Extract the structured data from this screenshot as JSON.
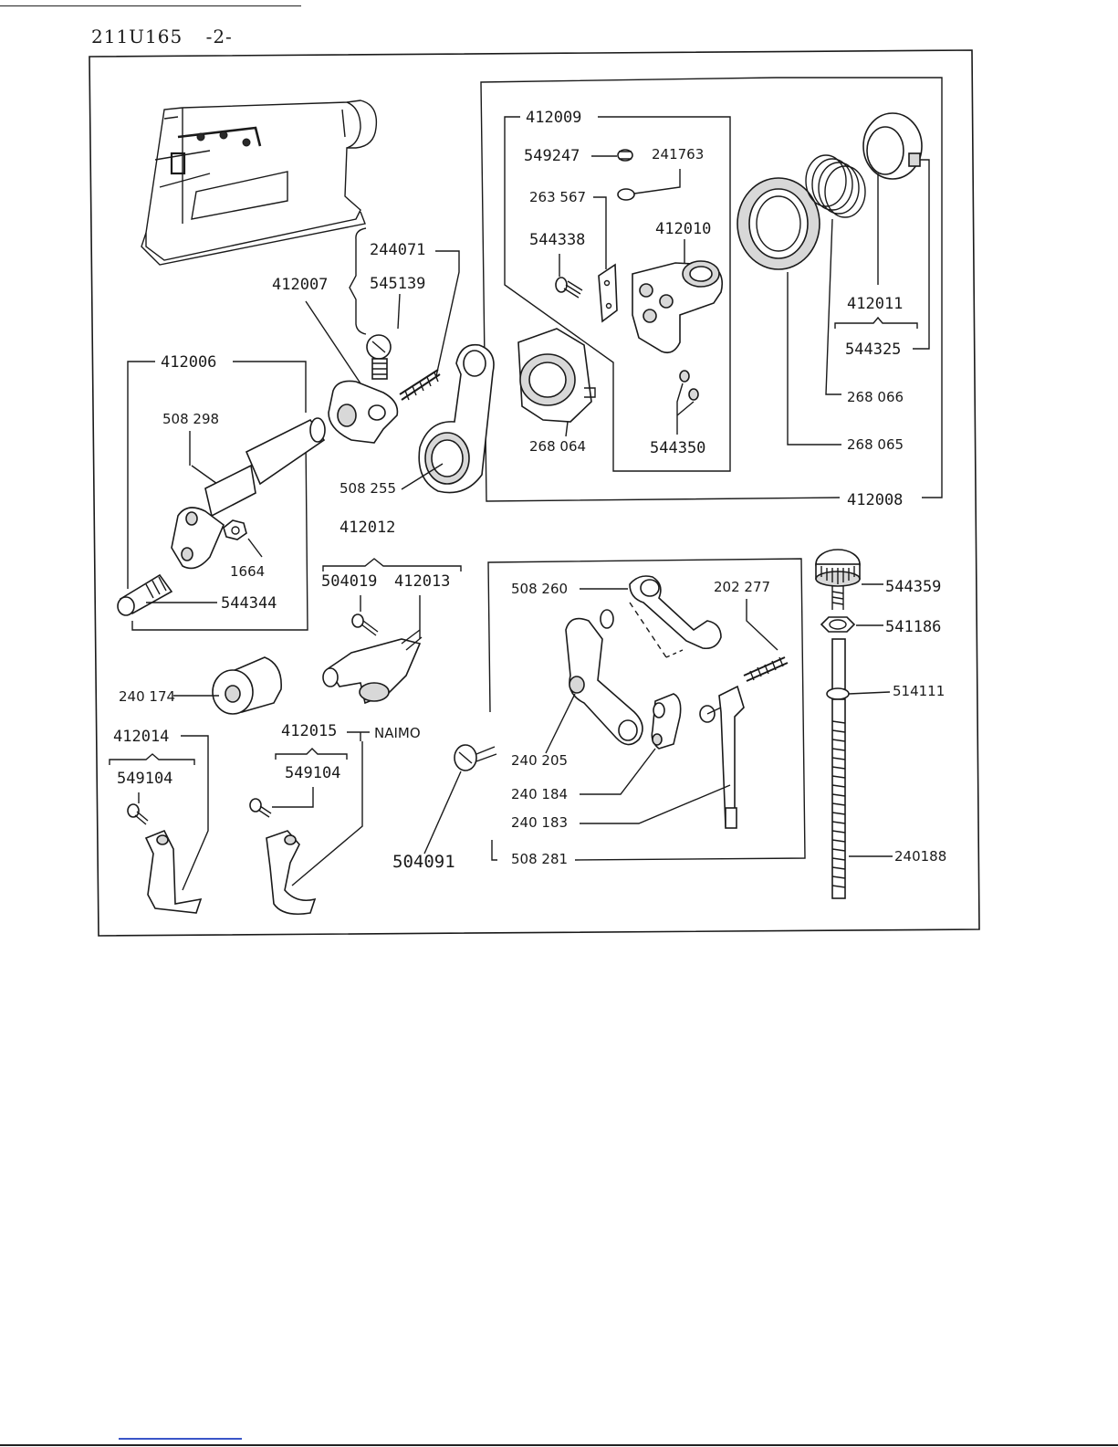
{
  "header": {
    "doc_code": "211U165",
    "page": "-2-"
  },
  "labels": {
    "p412009": "412009",
    "p549247": "549247",
    "p241763": "241763",
    "p263567": "263 567",
    "p544338": "544338",
    "p412010": "412010",
    "p244071": "244071",
    "p545139": "545139",
    "p412007": "412007",
    "p412006": "412006",
    "p508298": "508 298",
    "p508255": "508 255",
    "p268064": "268 064",
    "p544350": "544350",
    "p412011": "412011",
    "p544325": "544325",
    "p268066": "268 066",
    "p268065": "268 065",
    "p412008": "412008",
    "p412012": "412012",
    "p1664": "1664",
    "p544344": "544344",
    "p504019": "504019",
    "p412013": "412013",
    "p508260": "508 260",
    "p202277": "202 277",
    "p544359": "544359",
    "p541186": "541186",
    "p514111": "514111",
    "p240174": "240 174",
    "p412014": "412014",
    "p549104a": "549104",
    "p412015": "412015",
    "naimo": "NAIMO",
    "p549104b": "549104",
    "p240205": "240 205",
    "p240184": "240 184",
    "p240183": "240 183",
    "p504091": "504091",
    "p508281": "508 281",
    "p240188": "240188"
  }
}
